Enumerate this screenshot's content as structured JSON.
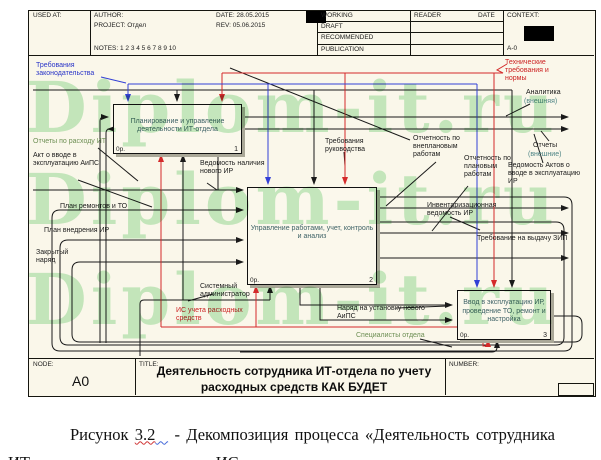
{
  "header": {
    "used_at": "USED AT:",
    "author": "AUTHOR:",
    "project": "PROJECT: Отдел",
    "notes": "NOTES: 1 2 3 4 5 6 7 8 9 10",
    "date": "DATE: 28.05.2015",
    "rev": "REV:  05.06.2015",
    "status_rows": [
      "WORKING",
      "DRAFT",
      "RECOMMENDED",
      "PUBLICATION"
    ],
    "reader": "READER",
    "reader_date": "DATE",
    "context": "CONTEXT:",
    "context_node": "A-0"
  },
  "footer": {
    "node_label": "NODE:",
    "node": "A0",
    "title_label": "TITLE:",
    "title": "Деятельность  сотрудника ИТ-отдела по учету расходных средств КАК БУДЕТ",
    "number_label": "NUMBER:"
  },
  "boxes": {
    "box1": {
      "title": "Планирование и управление деятельности ИТ-отдела",
      "cost": "0р.",
      "number": "1"
    },
    "box2": {
      "title": "Управление работами, учет, контроль и анализ",
      "cost": "0р.",
      "number": "2"
    },
    "box3": {
      "title": "Ввод в эксплуатацию ИР, проведение ТО, ремонт и настройка",
      "cost": "0р.",
      "number": "3"
    }
  },
  "labels": {
    "treb_zakon": "Требования законодательства",
    "tekh_treb": "Технические требования и нормы",
    "analitika": "Аналитика",
    "analitika2": "(внешняя)",
    "otchety_vneshnie": "Отчеты",
    "otchety_vneshnie2": "(внешние)",
    "vedomost_aktov": "Ведомость Актов о вводе в эксплуатацию ИР",
    "otchetnost_vneplan": "Отчетность по внеплановым работам",
    "otchetnost_plan": "Отчетность по плановым работам",
    "invent_vedomost": "Инвентаризационная ведомость ИР",
    "trebovanie_zip": "Требование на выдачу ЗИП",
    "trebovaniya_ruk": "Требования руководства",
    "vedomost_nalichiya": "Ведомость наличия нового ИР",
    "otchety_raskhod": "Отчеты по расходу ИТ",
    "akt_vvod": "Акт о вводе в эксплуатацию АиПС",
    "plan_remontov": "План ремонтов и ТО",
    "plan_vnedreniya": "План внедрения ИР",
    "zakryty_naryad": "Закрытый наряд",
    "sys_admin": "Системный администратор",
    "is_ucheta": "ИС учета расходных средств",
    "naryad_ustanovka": "Наряд на установку нового АиПС",
    "spetsialisty": "Специалисты отдела"
  },
  "watermark": {
    "text": "Diplom-it.ru"
  },
  "caption": {
    "prefix": "Рисунок ",
    "number": "3.2",
    "gap": "  ",
    "dash": " - ",
    "rest": "Декомпозиция процесса «Деятельность сотрудника ИТ-отдела» после внедрения ИС"
  },
  "colors": {
    "line_black": "#1a1a1a",
    "line_red": "#d42a2a",
    "line_blue": "#3340d6",
    "watermark_green": "#90dc98",
    "label_olive": "#6d8f54",
    "label_teal": "#4e8585",
    "sheet_bg": "#faf7ea"
  }
}
